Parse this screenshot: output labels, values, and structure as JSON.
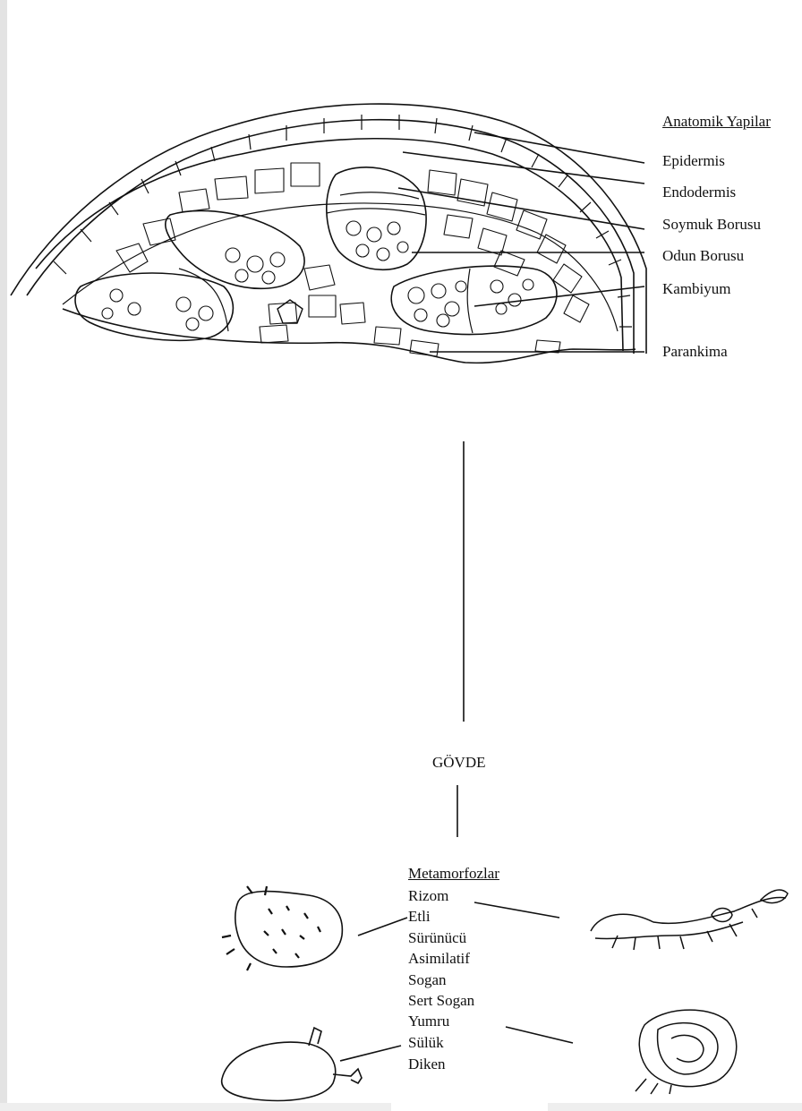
{
  "anatomy": {
    "title": "Anatomik Yapilar",
    "labels": [
      "Epidermis",
      "Endodermis",
      "Soymuk Borusu",
      "Odun Borusu",
      "Kambiyum",
      "Parankima"
    ]
  },
  "center_label": "GÖVDE",
  "metamorphoses": {
    "title": "Metamorfozlar",
    "items": [
      "Rizom",
      "Etli",
      "Sürünücü",
      "Asimilatif",
      "Sogan",
      "Sert Sogan",
      "Yumru",
      "Sülük",
      "Diken"
    ]
  }
}
